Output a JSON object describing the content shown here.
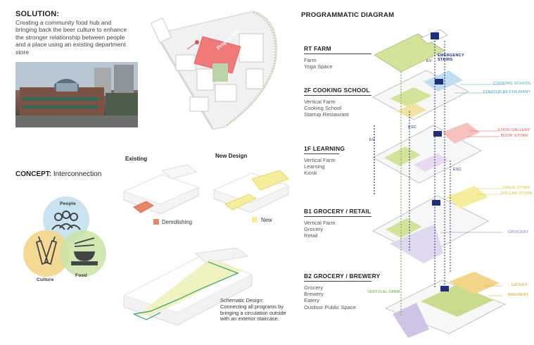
{
  "solution": {
    "title": "SOLUTION:",
    "lines": [
      "Creating a community food hub and",
      "bringing back the beer culture to enhance",
      "the stronger relationship between people",
      "and a place using an existing department",
      "store"
    ]
  },
  "site": {
    "project_site_label": "Project Site"
  },
  "concept": {
    "title_bold": "CONCEPT:",
    "title_rest": " Interconnection",
    "circles": {
      "people": "People",
      "culture": "Culture",
      "food": "Food"
    }
  },
  "comparison": {
    "existing_title": "Existing",
    "new_title": "New Design",
    "demolishing_label": "Demolishing",
    "new_label": "New"
  },
  "schematic": {
    "lines": [
      "Schematic Design:",
      "Connecting all programs by",
      "bringing a circulation outside",
      "with an exterior staircase."
    ]
  },
  "diagram": {
    "title": "PROGRAMMATIC DIAGRAM",
    "levels": [
      {
        "title": "RT FARM",
        "items": [
          "Farm",
          "Yoga Space"
        ]
      },
      {
        "title": "2F COOKING SCHOOL",
        "items": [
          "Vertical Farm",
          "Cooking School",
          "Startup Restaurant"
        ]
      },
      {
        "title": "1F LEARNING",
        "items": [
          "Vertical Farm",
          "Learning",
          "Kiosk"
        ]
      },
      {
        "title": "B1 GROCERY / RETAIL",
        "items": [
          "Vertical Farm",
          "Grocery",
          "Retail"
        ]
      },
      {
        "title": "B2 GROCERY / BREWERY",
        "items": [
          "Grocery",
          "Brewery",
          "Eatery",
          "Outdoor Public Space"
        ]
      }
    ],
    "callouts": {
      "emergency_stairs_1": "EMERGENCY",
      "emergency_stairs_2": "STAIRS",
      "ev_top": "EV",
      "cooking_school": "COOKING SCHOOL",
      "startup_restaurant": "STARTUP RESTAURANT",
      "food_gallery": "FOOD GALLERY",
      "book_store": "BOOK STORE",
      "drug_store": "DRUG STORE",
      "dollar_store": "DOLLAR STORE",
      "grocery": "GROCERY",
      "eatery": "EATERY",
      "brewery": "BREWERY",
      "vertical_farm": "VERTICAL FARM",
      "esc_left": "ESC",
      "esc_right": "ESC",
      "ev_left": "EV"
    },
    "colors": {
      "farm_green": "#c9dc8e",
      "cooking_blue": "#4aa3c9",
      "food_red": "#e0574a",
      "drug_yellow": "#d8c23a",
      "grocery_purple": "#8a7ab8",
      "eatery_orange": "#e3a021",
      "navy": "#1f2f7a",
      "vfarm_green": "#5fae3a"
    }
  }
}
